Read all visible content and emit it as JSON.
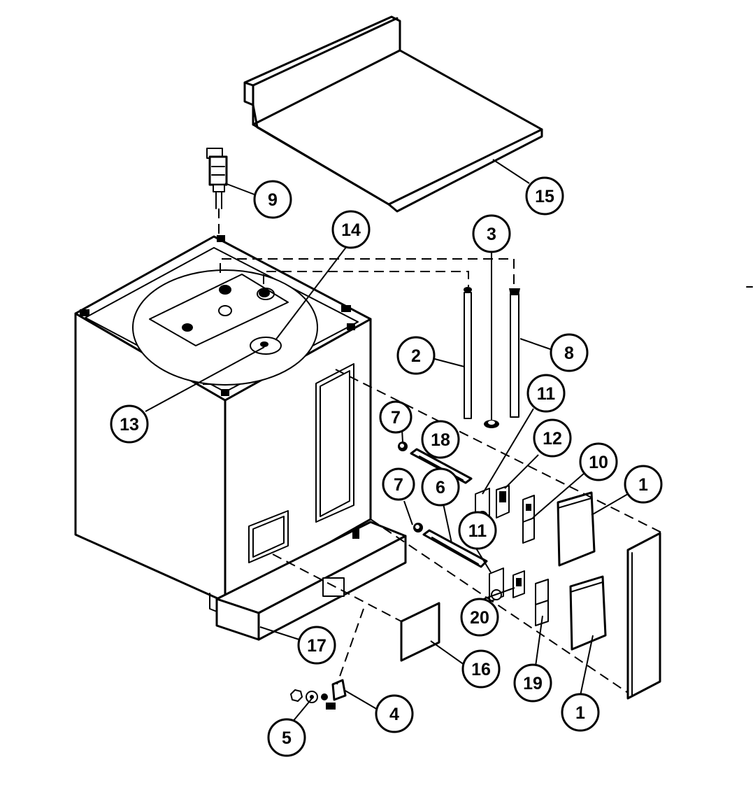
{
  "callouts": [
    {
      "id": "c15",
      "label": "15"
    },
    {
      "id": "c9",
      "label": "9"
    },
    {
      "id": "c14",
      "label": "14"
    },
    {
      "id": "c3",
      "label": "3"
    },
    {
      "id": "c2",
      "label": "2"
    },
    {
      "id": "c8",
      "label": "8"
    },
    {
      "id": "c13",
      "label": "13"
    },
    {
      "id": "c11a",
      "label": "11"
    },
    {
      "id": "c7a",
      "label": "7"
    },
    {
      "id": "c18",
      "label": "18"
    },
    {
      "id": "c12",
      "label": "12"
    },
    {
      "id": "c10",
      "label": "10"
    },
    {
      "id": "c1a",
      "label": "1"
    },
    {
      "id": "c7b",
      "label": "7"
    },
    {
      "id": "c6",
      "label": "6"
    },
    {
      "id": "c11b",
      "label": "11"
    },
    {
      "id": "c20",
      "label": "20"
    },
    {
      "id": "c17",
      "label": "17"
    },
    {
      "id": "c16",
      "label": "16"
    },
    {
      "id": "c19",
      "label": "19"
    },
    {
      "id": "c1b",
      "label": "1"
    },
    {
      "id": "c4",
      "label": "4"
    },
    {
      "id": "c5",
      "label": "5"
    }
  ]
}
